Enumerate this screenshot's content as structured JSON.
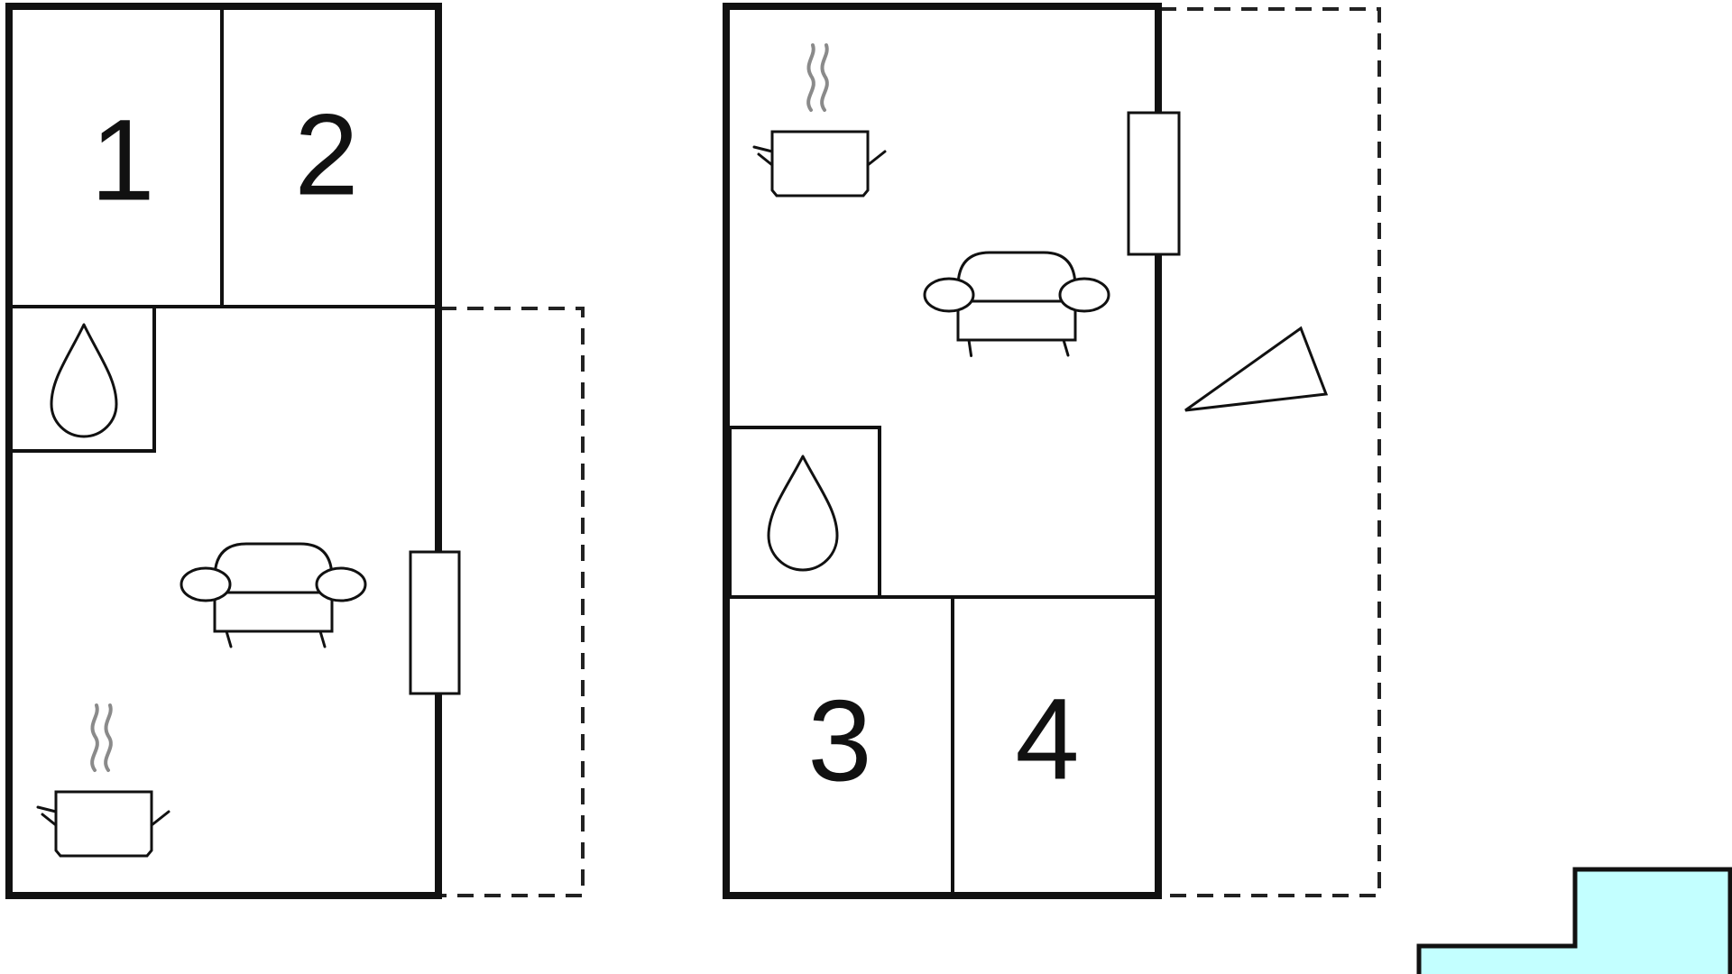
{
  "colors": {
    "background": "#ffffff",
    "wall": "#111111",
    "water": "#c3ffff",
    "pool": "#c3ffff",
    "terrace_left": "#bdbdbd",
    "terrace_right": "#e8e8ec",
    "steam": "#8a8a8a",
    "door": "#ffffff"
  },
  "floors": [
    {
      "rooms": [
        {
          "label": "1"
        },
        {
          "label": "2"
        }
      ],
      "icons": [
        "bathroom-drop-icon",
        "sofa-icon",
        "kitchen-pot-icon",
        "door-icon"
      ],
      "terrace_shade": "dark"
    },
    {
      "rooms": [
        {
          "label": "3"
        },
        {
          "label": "4"
        }
      ],
      "icons": [
        "kitchen-pot-icon",
        "sofa-icon",
        "bathroom-drop-icon",
        "door-icon",
        "terrace-triangle-icon"
      ],
      "terrace_shade": "light"
    }
  ]
}
